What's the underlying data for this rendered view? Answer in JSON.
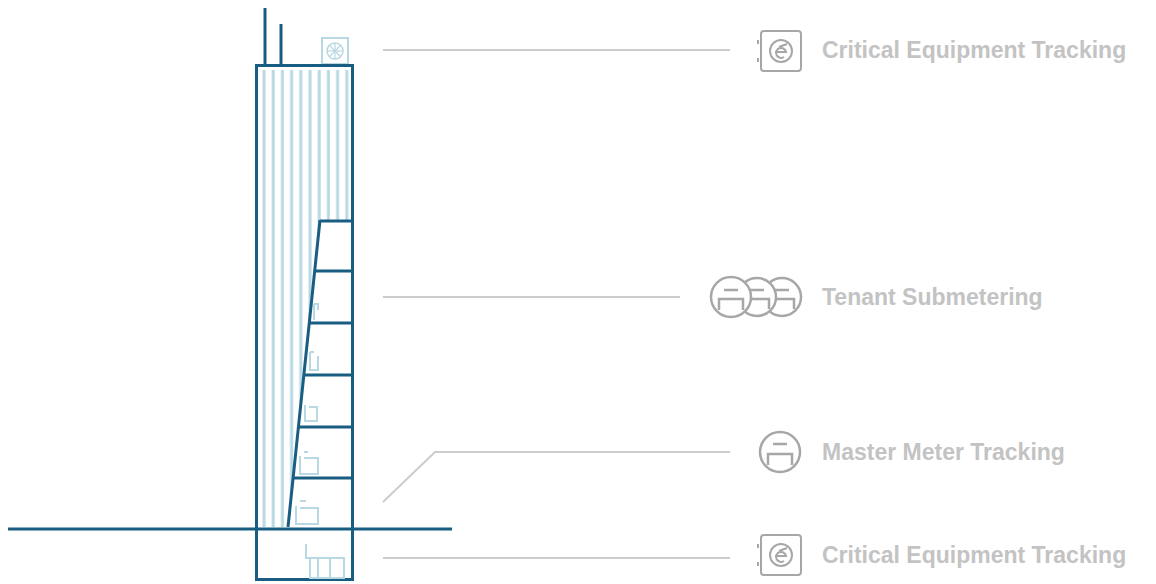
{
  "diagram": {
    "labels": [
      "Critical Equipment Tracking",
      "Tenant Submetering",
      "Master Meter Tracking",
      "Critical Equipment Tracking"
    ]
  }
}
